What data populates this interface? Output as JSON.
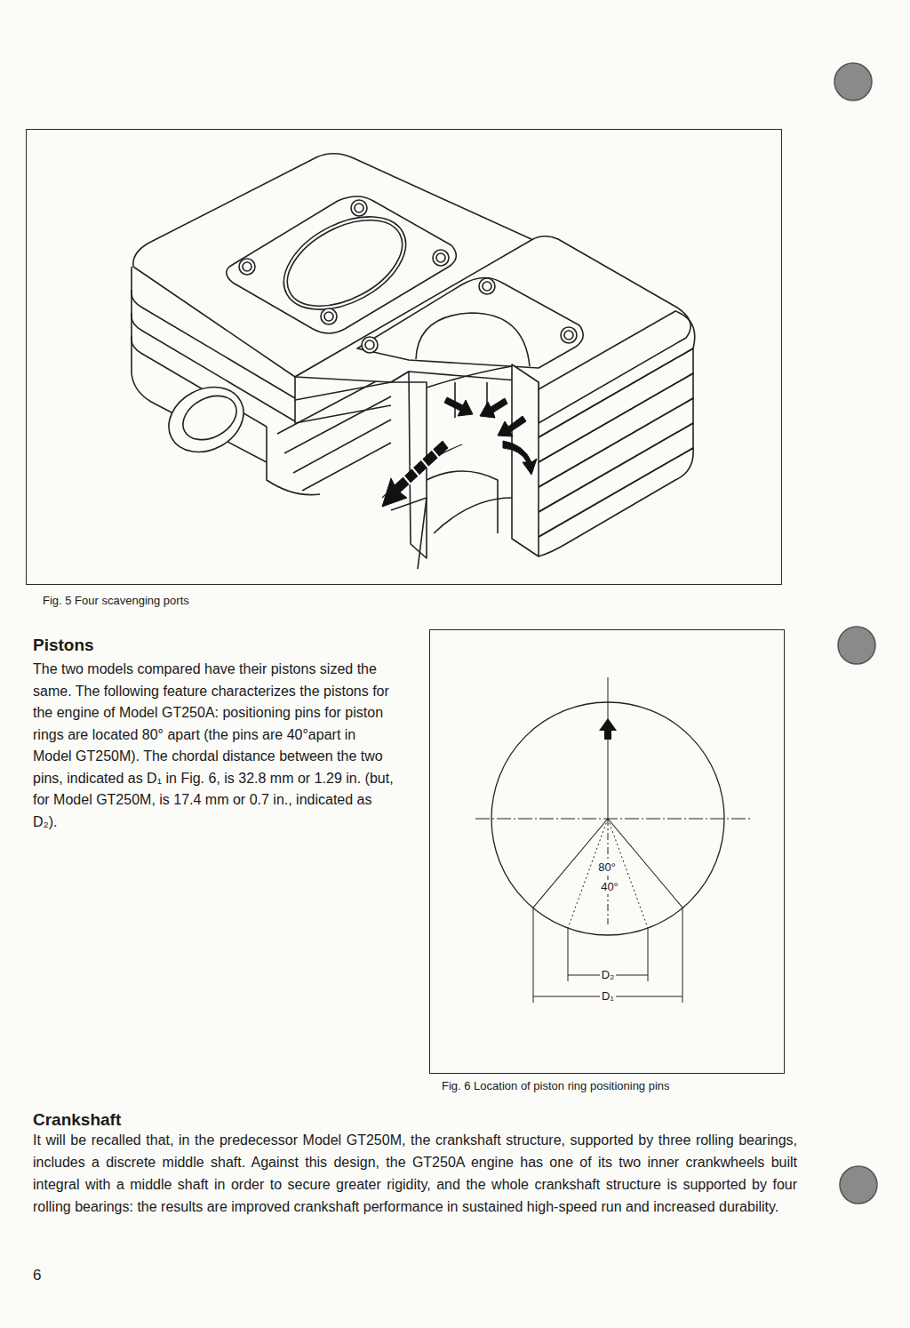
{
  "diagram": {
    "nodes": [
      {
        "text": [
          "Fig. 5 Four scavenging ports"
        ]
      },
      {
        "text": [
          "Fig. 6 Location of piston ring positioning pins"
        ]
      }
    ],
    "labels": [
      "Pistons",
      "The two models compared have their pistons sized the same. The following feature characterizes the pistons for the engine of Model GT250A: positioning pins for piston rings are located 80° apart (the pins are 40°apart in Model GT250M). The chordal distance between the two pins, indicated as D₁ in Fig. 6, is 32.8 mm or 1.29 in. (but, for Model GT250M, is 17.4 mm or 0.7 in., indicated as D₂).",
      "80°",
      "40°",
      "D₂",
      "D₁",
      "Crankshaft",
      "It will be recalled that, in the predecessor Model GT250M, the crankshaft structure, supported by three rolling bearings, includes a discrete middle shaft. Against this design, the GT250A engine has one of its two inner crankwheels built integral with a middle shaft in order to secure greater rigidity, and the whole crankshaft structure is supported by four rolling bearings: the results are improved crankshaft performance in sustained high-speed run and increased durability.",
      "6"
    ]
  }
}
